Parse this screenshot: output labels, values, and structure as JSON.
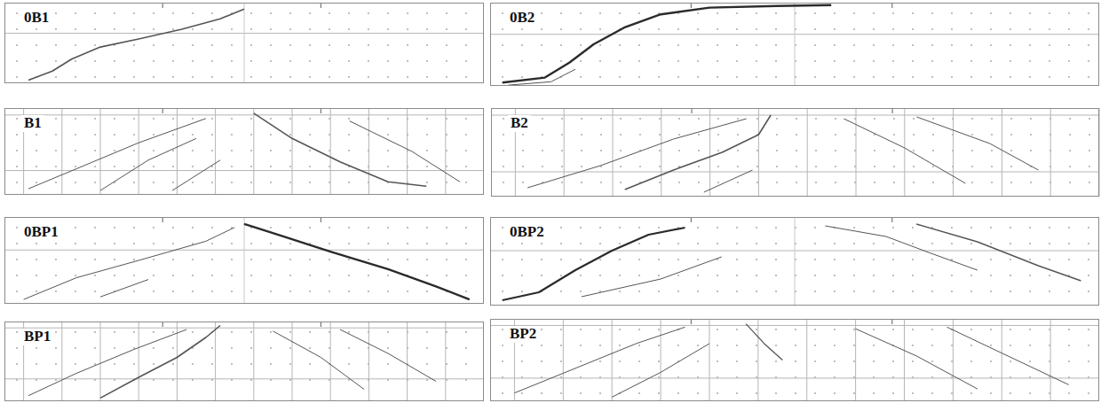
{
  "diagram": {
    "nodes": [
      {
        "text": [
          "0B1"
        ]
      },
      {
        "text": [
          "0B2"
        ]
      },
      {
        "text": [
          "B1"
        ]
      },
      {
        "text": [
          "B2"
        ]
      },
      {
        "text": [
          "0BP1"
        ]
      },
      {
        "text": [
          "0BP2"
        ]
      },
      {
        "text": [
          "BP1"
        ]
      },
      {
        "text": [
          "BP2"
        ]
      }
    ]
  }
}
